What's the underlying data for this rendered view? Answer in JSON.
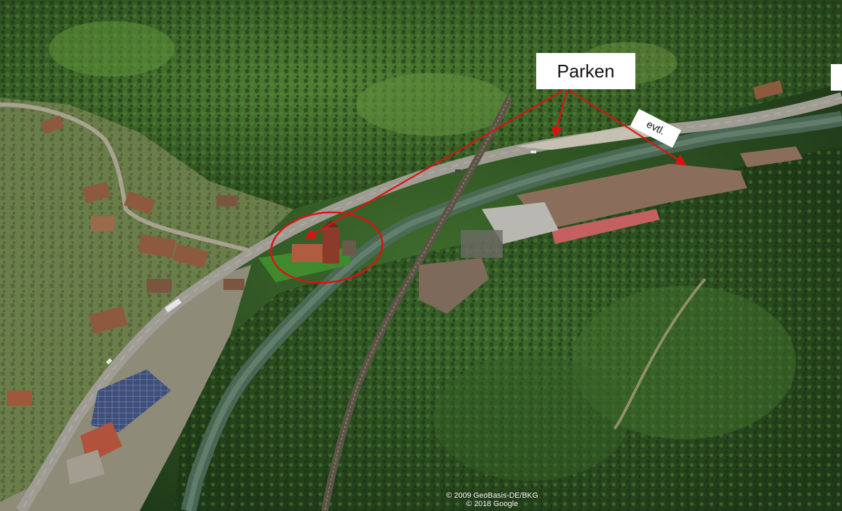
{
  "map": {
    "view": "satellite",
    "callout_label": "Parken",
    "alt_label": "evtl.",
    "annotation_color": "#e01010",
    "attribution": {
      "line1": "© 2009 GeoBasis-DE/BKG",
      "line2": "© 2018 Google"
    }
  }
}
